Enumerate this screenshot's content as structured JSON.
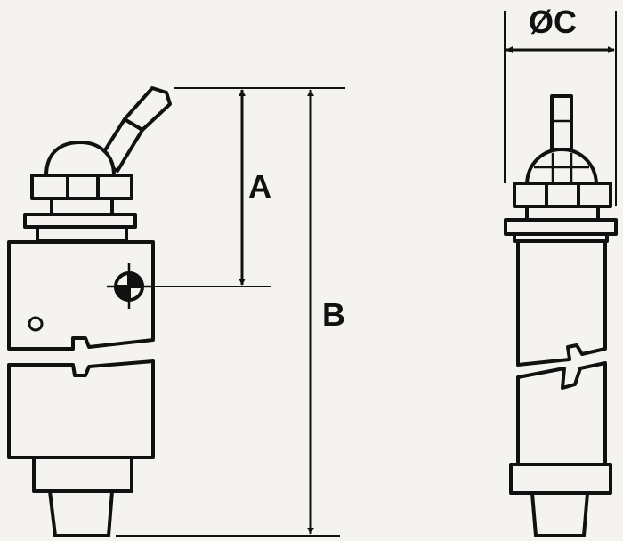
{
  "labels": {
    "a": "A",
    "b": "B",
    "c": "ØC"
  },
  "colors": {
    "ink": "#111111",
    "paper": "#f4f3f0"
  }
}
